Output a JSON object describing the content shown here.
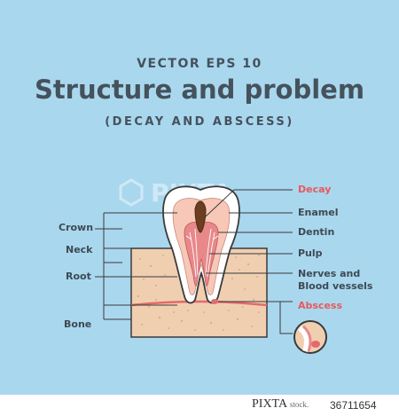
{
  "header": {
    "eyebrow": "VECTOR EPS 10",
    "title": "Structure and problem",
    "subtitle": "(DECAY AND ABSCESS)"
  },
  "left_labels": {
    "crown": "Crown",
    "neck": "Neck",
    "root": "Root",
    "bone": "Bone"
  },
  "right_labels": {
    "decay": "Decay",
    "enamel": "Enamel",
    "dentin": "Dentin",
    "pulp": "Pulp",
    "nerves_line1": "Nerves and",
    "nerves_line2": "Blood vessels",
    "abscess": "Abscess"
  },
  "watermark": {
    "text": "PIXTA"
  },
  "footer": {
    "brand": "PIXTA",
    "brand_suffix": "stock.",
    "image_id": "36711654"
  },
  "colors": {
    "background": "#a9d7ee",
    "title_text": "#45525c",
    "problem_label": "#e8595c",
    "bone": "#f0cfb1",
    "enamel": "#ffffff",
    "dentin": "#f7c8b8",
    "pulp": "#e8888a",
    "gum_line": "#e36a6c",
    "outline": "#3a3a3a"
  }
}
